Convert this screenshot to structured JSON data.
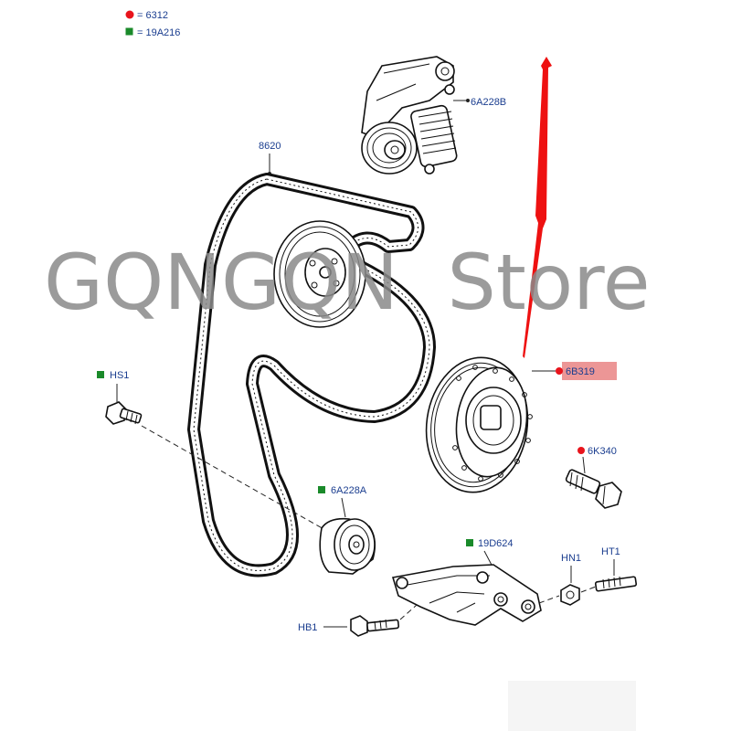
{
  "legend": [
    {
      "symbol": "red-dot",
      "color": "#e8141c",
      "label": "= 6312"
    },
    {
      "symbol": "green-square",
      "color": "#1a8a2a",
      "label": "= 19A216"
    }
  ],
  "callouts": {
    "tensioner": "6A228B",
    "belt": "8620",
    "bolt_hs1": "HS1",
    "pulley_6b319": "6B319",
    "bolt_6k340": "6K340",
    "idler": "6A228A",
    "bracket": "19D624",
    "nut_hn1": "HN1",
    "stud_ht1": "HT1",
    "bolt_hb1": "HB1"
  },
  "watermark": "GQNGQN  Store",
  "colors": {
    "label_blue": "#1a3d8f",
    "marker_red": "#e8141c",
    "marker_green": "#1a8a2a",
    "arrow_red": "#ee1111",
    "highlight": "#e57373"
  }
}
